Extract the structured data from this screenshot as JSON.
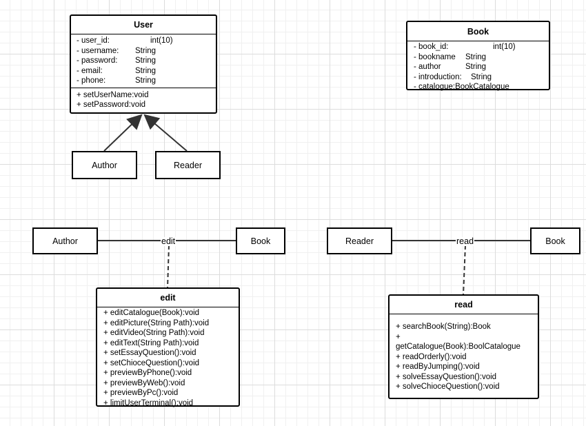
{
  "diagram": {
    "user_class": {
      "name": "User",
      "attributes": [
        {
          "name": "- user_id:",
          "type": "int(10)"
        },
        {
          "name": "- username:",
          "type": "String"
        },
        {
          "name": "- password:",
          "type": "String"
        },
        {
          "name": "- email:",
          "type": "String"
        },
        {
          "name": "- phone:",
          "type": "String"
        }
      ],
      "operations": [
        "+ setUserName:void",
        "+ setPassword:void"
      ]
    },
    "book_class": {
      "name": "Book",
      "attributes": [
        {
          "name": "- book_id:",
          "type": "int(10)"
        },
        {
          "name": "- bookname",
          "type": "String"
        },
        {
          "name": "- author",
          "type": "String"
        },
        {
          "name": "- introduction:",
          "type": "String"
        },
        {
          "name": "- catalogue:BookCatalogue",
          "type": ""
        }
      ]
    },
    "inheritance": {
      "author_label": "Author",
      "reader_label": "Reader"
    },
    "edit_assoc": {
      "left_label": "Author",
      "right_label": "Book",
      "line_label": "edit"
    },
    "read_assoc": {
      "left_label": "Reader",
      "right_label": "Book",
      "line_label": "read"
    },
    "edit_class": {
      "name": "edit",
      "operations": [
        "+ editCatalogue(Book):void",
        "+ editPicture(String Path):void",
        "+ editVideo(String Path):void",
        "+ editText(String Path):void",
        "+ setEssayQuestion():void",
        "+ setChioceQuestion():void",
        "+ previewByPhone():void",
        "+ previewByWeb():void",
        "+ previewByPc():void",
        "+ limitUserTerminal():void"
      ]
    },
    "read_class": {
      "name": "read",
      "operations": [
        "+ searchBook(String):Book",
        "+",
        "getCatalogue(Book):BoolCatalogue",
        "+ readOrderly():void",
        "+ readByJumping():void",
        "+ solveEssayQuestion():void",
        "+ solveChioceQuestion():void"
      ]
    }
  }
}
